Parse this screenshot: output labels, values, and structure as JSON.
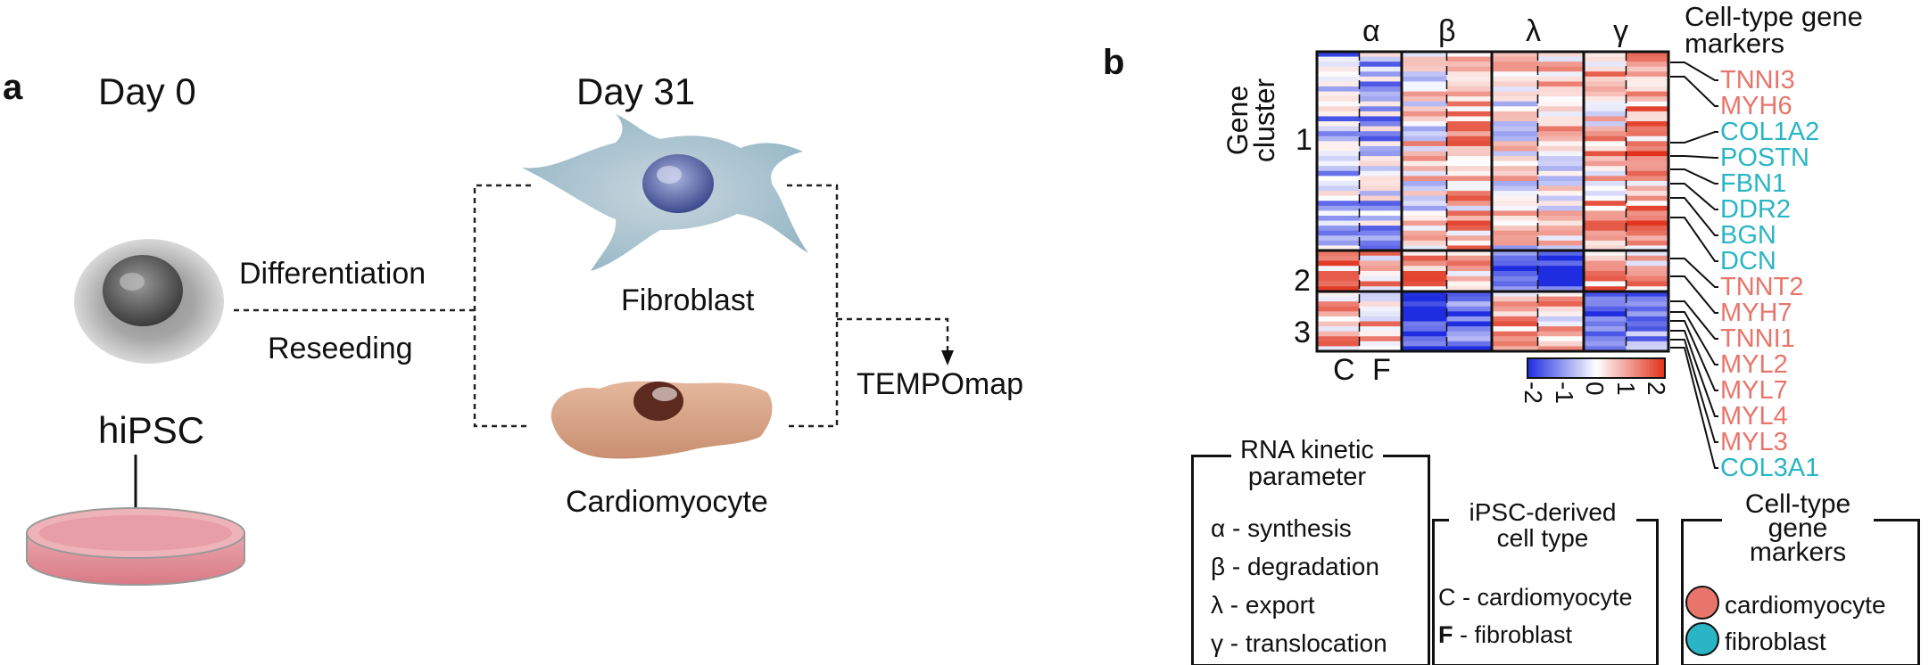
{
  "panel_a": {
    "letter": "a",
    "day0": "Day 0",
    "day31": "Day 31",
    "step1": "Differentiation",
    "step2": "Reseeding",
    "start_cell": "hiPSC",
    "cell1": "Fibroblast",
    "cell2": "Cardiomyocyte",
    "method": "TEMPOmap"
  },
  "panel_b": {
    "letter": "b",
    "column_headers": [
      "α",
      "β",
      "λ",
      "γ"
    ],
    "row_axis_label": "Gene cluster",
    "cluster_labels": [
      "1",
      "2",
      "3"
    ],
    "subcolumn_labels": [
      "C",
      "F"
    ],
    "gene_markers_title": "Cell-type gene markers",
    "genes": [
      {
        "name": "TNNI3",
        "type": "cardiomyocyte"
      },
      {
        "name": "MYH6",
        "type": "cardiomyocyte"
      },
      {
        "name": "COL1A2",
        "type": "fibroblast"
      },
      {
        "name": "POSTN",
        "type": "fibroblast"
      },
      {
        "name": "FBN1",
        "type": "fibroblast"
      },
      {
        "name": "DDR2",
        "type": "fibroblast"
      },
      {
        "name": "BGN",
        "type": "fibroblast"
      },
      {
        "name": "DCN",
        "type": "fibroblast"
      },
      {
        "name": "TNNT2",
        "type": "cardiomyocyte"
      },
      {
        "name": "MYH7",
        "type": "cardiomyocyte"
      },
      {
        "name": "TNNI1",
        "type": "cardiomyocyte"
      },
      {
        "name": "MYL2",
        "type": "cardiomyocyte"
      },
      {
        "name": "MYL7",
        "type": "cardiomyocyte"
      },
      {
        "name": "MYL4",
        "type": "cardiomyocyte"
      },
      {
        "name": "MYL3",
        "type": "cardiomyocyte"
      },
      {
        "name": "COL3A1",
        "type": "fibroblast"
      }
    ],
    "colorbar_ticks": [
      "-2",
      "-1",
      "0",
      "1",
      "2"
    ],
    "legend_kinetic": {
      "title": "RNA kinetic parameter",
      "items": [
        "α - synthesis",
        "β - degradation",
        "λ - export",
        "γ - translocation"
      ]
    },
    "legend_celltype": {
      "title": "iPSC-derived cell type",
      "items": [
        {
          "key": "C",
          "text": " - cardiomyocyte"
        },
        {
          "key": "F",
          "text": " - fibroblast"
        }
      ]
    },
    "legend_markers": {
      "title": "Cell-type gene markers",
      "items": [
        "cardiomyocyte",
        "fibroblast"
      ]
    }
  },
  "colors": {
    "cardiomyocyte": "#e8756b",
    "fibroblast": "#2ab5c4",
    "heat_low": "#1f2de0",
    "heat_mid": "#ffffff",
    "heat_high": "#e0311b"
  }
}
